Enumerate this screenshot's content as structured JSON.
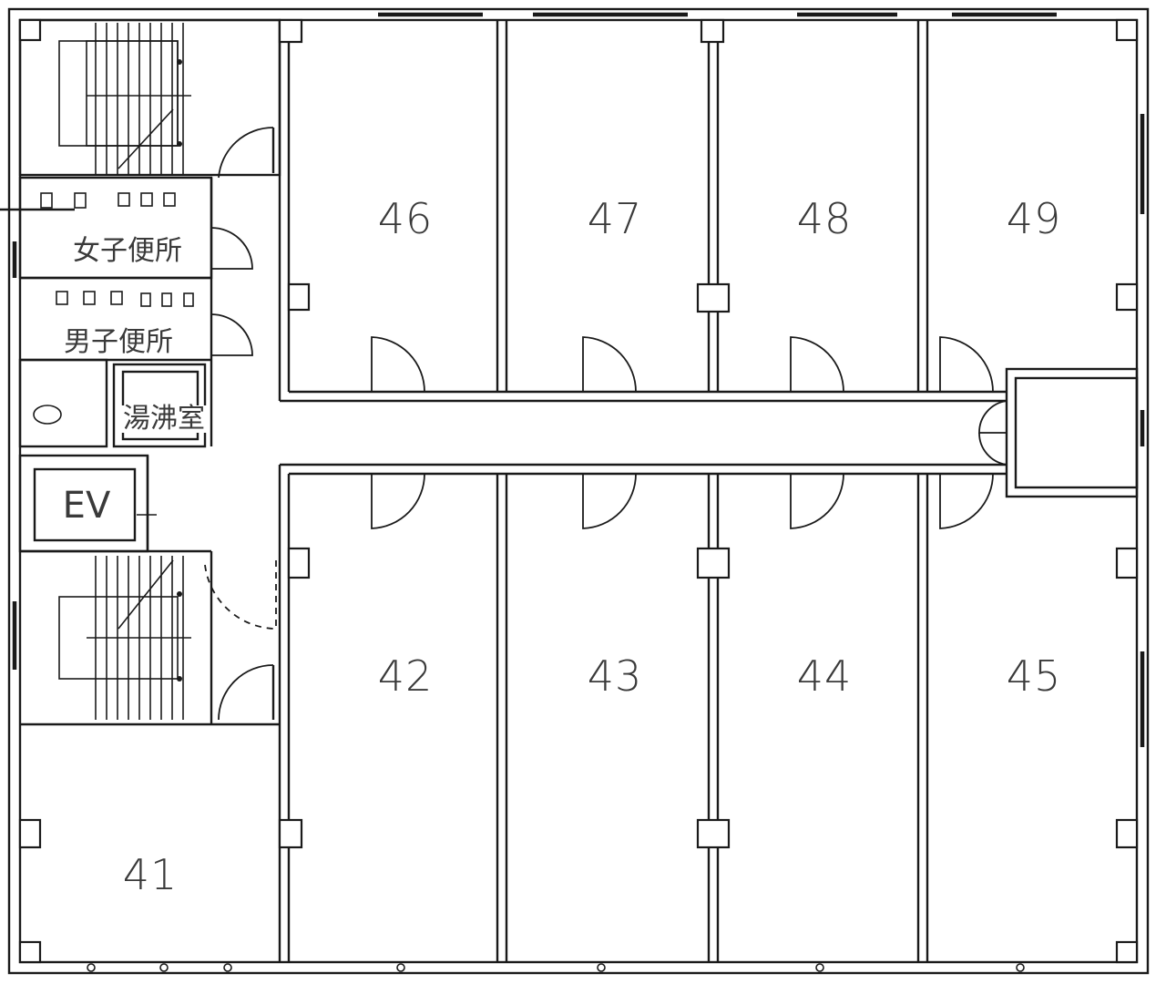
{
  "floor_plan": {
    "rooms": [
      {
        "id": "41",
        "label": "41"
      },
      {
        "id": "42",
        "label": "42"
      },
      {
        "id": "43",
        "label": "43"
      },
      {
        "id": "44",
        "label": "44"
      },
      {
        "id": "45",
        "label": "45"
      },
      {
        "id": "46",
        "label": "46"
      },
      {
        "id": "47",
        "label": "47"
      },
      {
        "id": "48",
        "label": "48"
      },
      {
        "id": "49",
        "label": "49"
      }
    ],
    "facilities": {
      "womens_restroom": "女子便所",
      "mens_restroom": "男子便所",
      "kitchenette": "湯沸室",
      "elevator": "EV"
    }
  }
}
